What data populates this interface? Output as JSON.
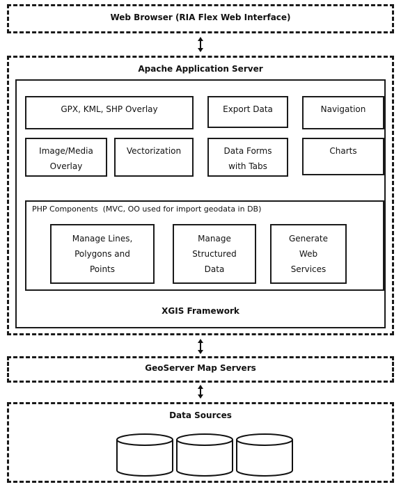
{
  "web_browser": {
    "label": "Web Browser (RIA Flex Web Interface)"
  },
  "app_server": {
    "label": "Apache Application Server",
    "framework": {
      "label": "XGIS Framework",
      "modules": [
        "GPX, KML, SHP Overlay",
        "Export Data",
        "Navigation",
        "Image/Media\nOverlay",
        "Vectorization",
        "Data Forms\nwith Tabs",
        "Charts"
      ],
      "php": {
        "label": "PHP Components  (MVC, OO used for import geodata in DB)",
        "components": [
          "Manage Lines,\nPolygons and\nPoints",
          "Manage\nStructured\nData",
          "Generate\nWeb\nServices"
        ]
      }
    }
  },
  "map_servers": {
    "label": "GeoServer Map Servers"
  },
  "data_sources": {
    "label": "Data Sources",
    "db_icons": [
      "database-icon",
      "database-icon",
      "database-icon"
    ]
  }
}
